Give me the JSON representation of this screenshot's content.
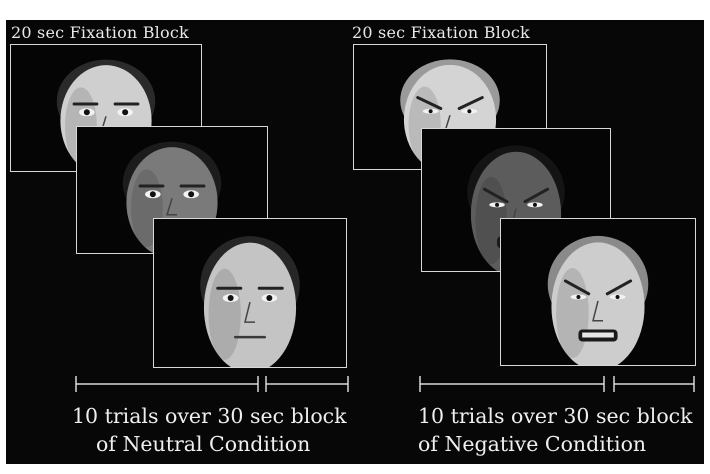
{
  "panels": [
    {
      "fixation_label": "20 sec Fixation Block",
      "caption_line1": "10 trials over 30 sec block",
      "caption_line2": "of Neutral Condition",
      "faces": [
        {
          "name": "neutral-face-1",
          "expression": "neutral",
          "skin": "#cfcfcf",
          "hair": "#2a2a2a"
        },
        {
          "name": "neutral-face-2",
          "expression": "neutral",
          "skin": "#7a7a7a",
          "hair": "#1c1c1c"
        },
        {
          "name": "neutral-face-3",
          "expression": "neutral",
          "skin": "#c4c4c4",
          "hair": "#262626"
        }
      ]
    },
    {
      "fixation_label": "20 sec Fixation Block",
      "caption_line1": "10 trials over 30 sec block",
      "caption_line2": "of Negative Condition",
      "faces": [
        {
          "name": "negative-face-1",
          "expression": "negative",
          "skin": "#d4d4d4",
          "hair": "#9a9a9a"
        },
        {
          "name": "negative-face-2",
          "expression": "negative",
          "skin": "#5c5c5c",
          "hair": "#141414"
        },
        {
          "name": "negative-face-3",
          "expression": "negative",
          "skin": "#cdcdcd",
          "hair": "#8a8a8a"
        }
      ]
    }
  ],
  "colors": {
    "background": "#070707",
    "frame_border": "#d8d8d8",
    "text": "#e8e8e8"
  }
}
